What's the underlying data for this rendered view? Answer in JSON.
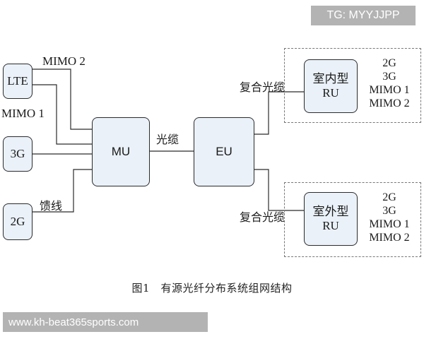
{
  "watermark_top": "TG: MYYJJPP",
  "watermark_bottom": "www.kh-beat365sports.com",
  "nodes": {
    "lte": "LTE",
    "g3": "3G",
    "g2": "2G",
    "mu": "MU",
    "eu": "EU",
    "ru_indoor": {
      "type": "室内型",
      "name": "RU"
    },
    "ru_outdoor": {
      "type": "室外型",
      "name": "RU"
    }
  },
  "link_labels": {
    "mimo2": "MIMO 2",
    "mimo1": "MIMO 1",
    "feeder": "馈线",
    "fiber": "光缆",
    "composite_fiber_top": "复合光缆",
    "composite_fiber_bottom": "复合光缆"
  },
  "ru_indoor_specs": [
    "2G",
    "3G",
    "MIMO 1",
    "MIMO 2"
  ],
  "ru_outdoor_specs": [
    "2G",
    "3G",
    "MIMO 1",
    "MIMO 2"
  ],
  "caption": "图1　有源光纤分布系统组网结构",
  "colors": {
    "box_fill": "#eaf1f8",
    "line": "#2b2b2b",
    "watermark": "#b3b3b3"
  }
}
